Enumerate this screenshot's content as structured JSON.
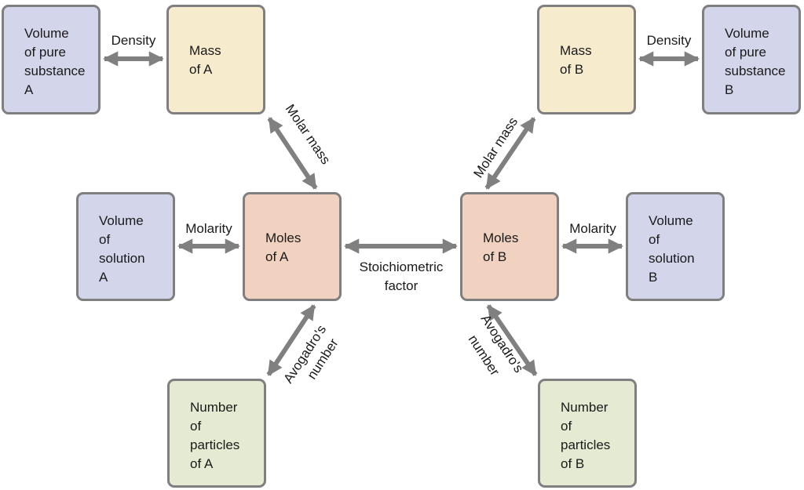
{
  "diagram": {
    "title": "Stoichiometry conversion map",
    "nodes": [
      {
        "id": "vol_pure_a",
        "label": "Volume\nof pure\nsubstance\nA",
        "color": "#d3d5ea"
      },
      {
        "id": "mass_a",
        "label": "Mass\nof A",
        "color": "#f6ebcc"
      },
      {
        "id": "vol_sol_a",
        "label": "Volume\nof\nsolution\nA",
        "color": "#d3d5ea"
      },
      {
        "id": "moles_a",
        "label": "Moles\nof A",
        "color": "#f1d1bf"
      },
      {
        "id": "particles_a",
        "label": "Number\nof\nparticles\nof A",
        "color": "#e5ebd3"
      },
      {
        "id": "mass_b",
        "label": "Mass\nof B",
        "color": "#f6ebcc"
      },
      {
        "id": "vol_pure_b",
        "label": "Volume\nof pure\nsubstance\nB",
        "color": "#d3d5ea"
      },
      {
        "id": "moles_b",
        "label": "Moles\nof B",
        "color": "#f1d1bf"
      },
      {
        "id": "vol_sol_b",
        "label": "Volume\nof\nsolution\nB",
        "color": "#d3d5ea"
      },
      {
        "id": "particles_b",
        "label": "Number\nof\nparticles\nof B",
        "color": "#e5ebd3"
      }
    ],
    "edges": [
      {
        "from": "vol_pure_a",
        "to": "mass_a",
        "label": "Density"
      },
      {
        "from": "mass_a",
        "to": "moles_a",
        "label": "Molar mass"
      },
      {
        "from": "vol_sol_a",
        "to": "moles_a",
        "label": "Molarity"
      },
      {
        "from": "moles_a",
        "to": "particles_a",
        "label": "Avogadro's\nnumber"
      },
      {
        "from": "moles_a",
        "to": "moles_b",
        "label": "Stoichiometric\nfactor"
      },
      {
        "from": "mass_b",
        "to": "vol_pure_b",
        "label": "Density"
      },
      {
        "from": "moles_b",
        "to": "mass_b",
        "label": "Molar mass"
      },
      {
        "from": "moles_b",
        "to": "vol_sol_b",
        "label": "Molarity"
      },
      {
        "from": "moles_b",
        "to": "particles_b",
        "label": "Avogadro's\nnumber"
      }
    ],
    "arrow_color": "#808080",
    "border_color": "#7f7f7f"
  }
}
